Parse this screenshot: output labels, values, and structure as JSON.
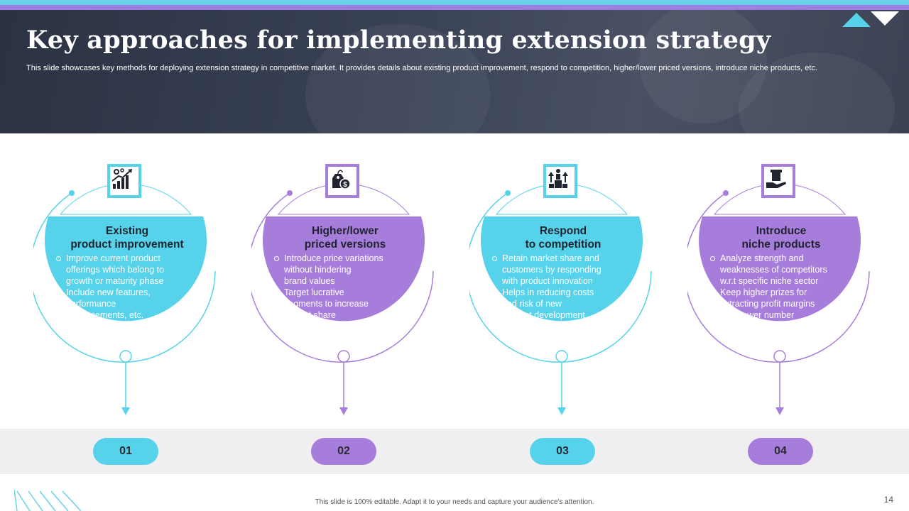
{
  "title": "Key approaches for implementing extension strategy",
  "subtitle": "This slide showcases key methods for deploying extension strategy in competitive market. It provides details about existing product improvement, respond to competition, higher/lower priced versions, introduce niche products, etc.",
  "colors": {
    "cyan": "#56d3ea",
    "purple": "#a77ddb",
    "dark": "#2b3243"
  },
  "cards": [
    {
      "icon": "growth-chart-gears-icon",
      "title": "Existing\nproduct improvement",
      "bullets": [
        "Improve  current  product\nofferings  which  belong  to\ngrowth  or  maturity  phase",
        "Include  new  features,\nperformance\nenhancements,  etc."
      ],
      "number": "01"
    },
    {
      "icon": "price-tag-dollar-icon",
      "title": "Higher/lower\npriced versions",
      "bullets": [
        "Introduce  price  variations\nwithout  hindering\nbrand  values",
        "Target  lucrative\nsegments  to  increase\nmarket  share"
      ],
      "number": "02"
    },
    {
      "icon": "podium-arrows-icon",
      "title": "Respond\nto competition",
      "bullets": [
        "Retain  market  share  and\ncustomers  by  responding\nwith  product  innovation",
        "Helps  in  reducing  costs\nand  risk  of  new\nproduct  development"
      ],
      "number": "03"
    },
    {
      "icon": "hand-holding-box-icon",
      "title": "Introduce\nniche products",
      "bullets": [
        "Analyze  strength  and\nweaknesses  of  competitors\nw.r.t  specific  niche  sector",
        "Keep  higher  prizes  for\nextracting  profit  margins\nfrom  lower  number\nof  customers"
      ],
      "number": "04"
    }
  ],
  "footer": "This slide is 100% editable. Adapt it to your needs and capture your audience's attention.",
  "page_number": "14"
}
